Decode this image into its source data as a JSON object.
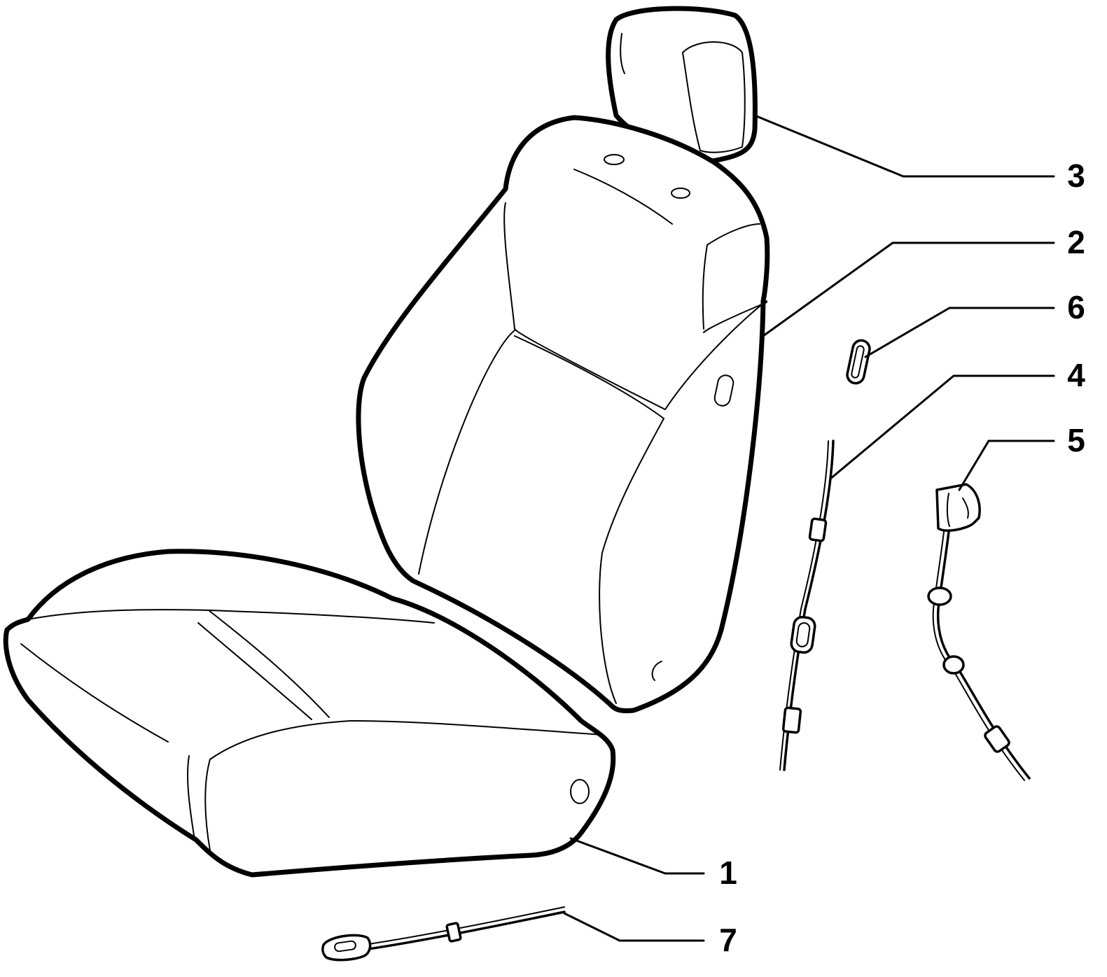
{
  "callouts": {
    "c1": "1",
    "c2": "2",
    "c3": "3",
    "c4": "4",
    "c5": "5",
    "c6": "6",
    "c7": "7"
  },
  "colors": {
    "line": "#000000",
    "background": "#ffffff"
  }
}
